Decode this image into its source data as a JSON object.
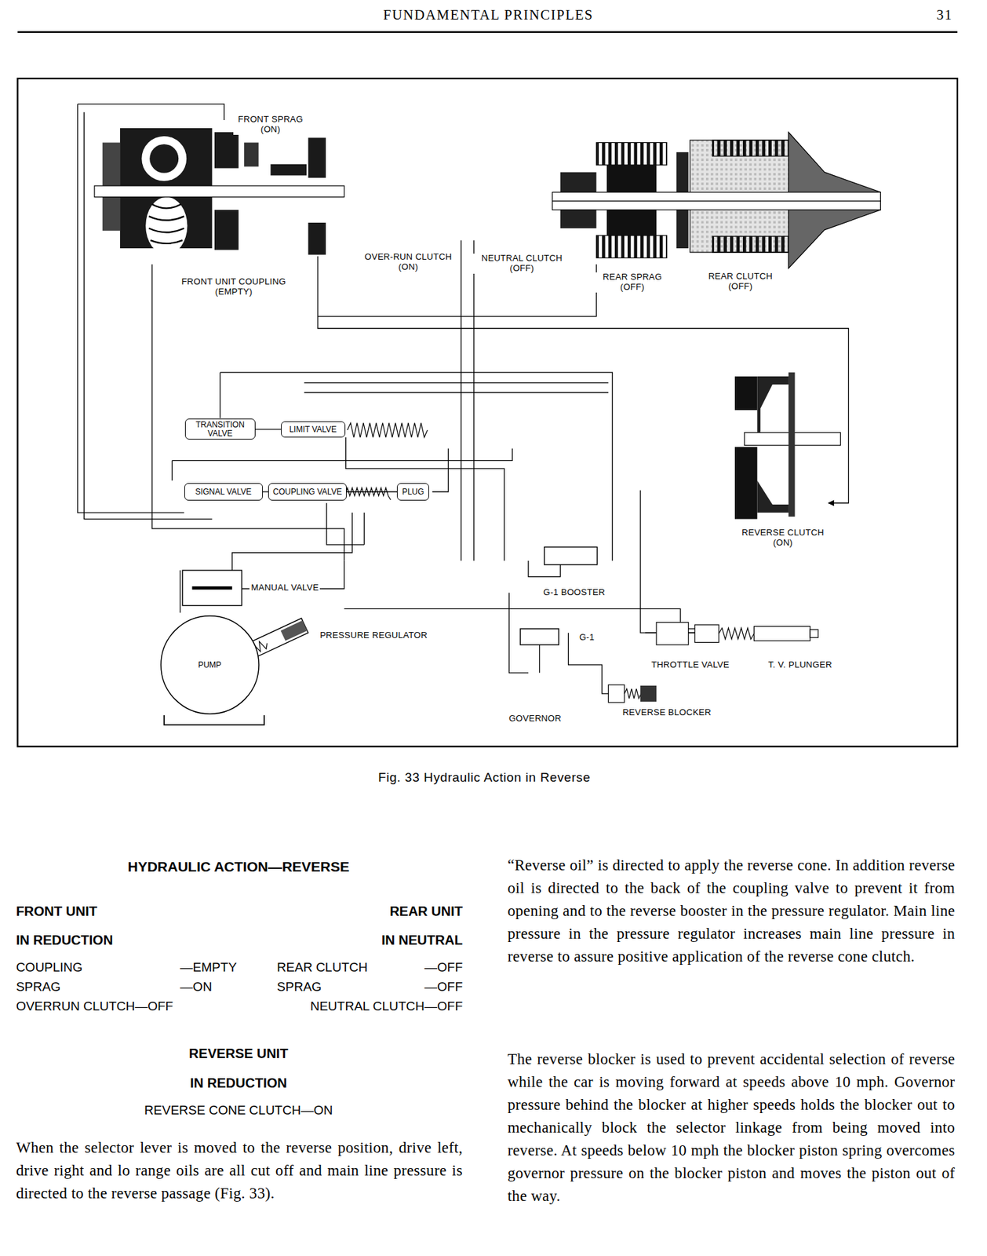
{
  "diagram": {
    "title": "HYDRAULIC ACTION—REVERSE",
    "caption": "Fig. 33 Hydraulic Action in Reverse",
    "nodes": [
      {
        "text": [
          "TRANSITION VALVE"
        ]
      },
      {
        "text": [
          "LIMIT VALVE"
        ]
      },
      {
        "text": [
          "SIGNAL VALVE"
        ]
      },
      {
        "text": [
          "COUPLING VALVE"
        ]
      },
      {
        "text": [
          "PLUG"
        ]
      },
      {
        "text": [
          "PUMP"
        ]
      }
    ],
    "edges": [
      {
        "from": 0,
        "to": 1,
        "arrow": "none"
      },
      {
        "from": 2,
        "to": 3,
        "arrow": "none"
      },
      {
        "from": 3,
        "to": 4,
        "arrow": "none"
      }
    ],
    "labels": [
      "FUNDAMENTAL PRINCIPLES",
      "31",
      "FRONT SPRAG (ON)",
      "FRONT UNIT COUPLING (EMPTY)",
      "OVER-RUN CLUTCH (ON)",
      "NEUTRAL CLUTCH (OFF)",
      "REAR SPRAG (OFF)",
      "REAR CLUTCH (OFF)",
      "REVERSE CLUTCH (ON)",
      "MANUAL VALVE",
      "PRESSURE REGULATOR",
      "G-1 BOOSTER",
      "G-1",
      "THROTTLE VALVE",
      "T. V. PLUNGER",
      "GOVERNOR",
      "REVERSE BLOCKER",
      "FRONT UNIT",
      "REAR UNIT",
      "IN REDUCTION",
      "IN NEUTRAL",
      "COUPLING",
      "—EMPTY",
      "REAR CLUTCH",
      "—OFF",
      "SPRAG",
      "—ON",
      "SPRAG",
      "—OFF",
      "OVERRUN CLUTCH—OFF",
      "NEUTRAL CLUTCH—OFF",
      "REVERSE UNIT",
      "IN REDUCTION",
      "REVERSE CONE CLUTCH—ON",
      "When the selector lever is moved to the reverse position, drive left, drive right and lo range oils are all cut off and main line pressure is directed to the reverse passage (Fig. 33).",
      "“Reverse oil” is directed to apply the reverse cone. In addition reverse oil is directed to the back of the coupling valve to prevent it from opening and to the reverse booster in the pressure regulator. Main line pressure in the pressure regulator increases main line pressure in reverse to assure positive application of the reverse cone clutch.",
      "The reverse blocker is used to prevent accidental selection of reverse while the car is moving forward at speeds above 10 mph. Governor pressure behind the blocker at higher speeds holds the blocker out to mechanically block the selector linkage from being moved into reverse. At speeds below 10 mph the blocker piston spring overcomes governor pressure on the blocker piston and moves the piston out of the way."
    ]
  }
}
